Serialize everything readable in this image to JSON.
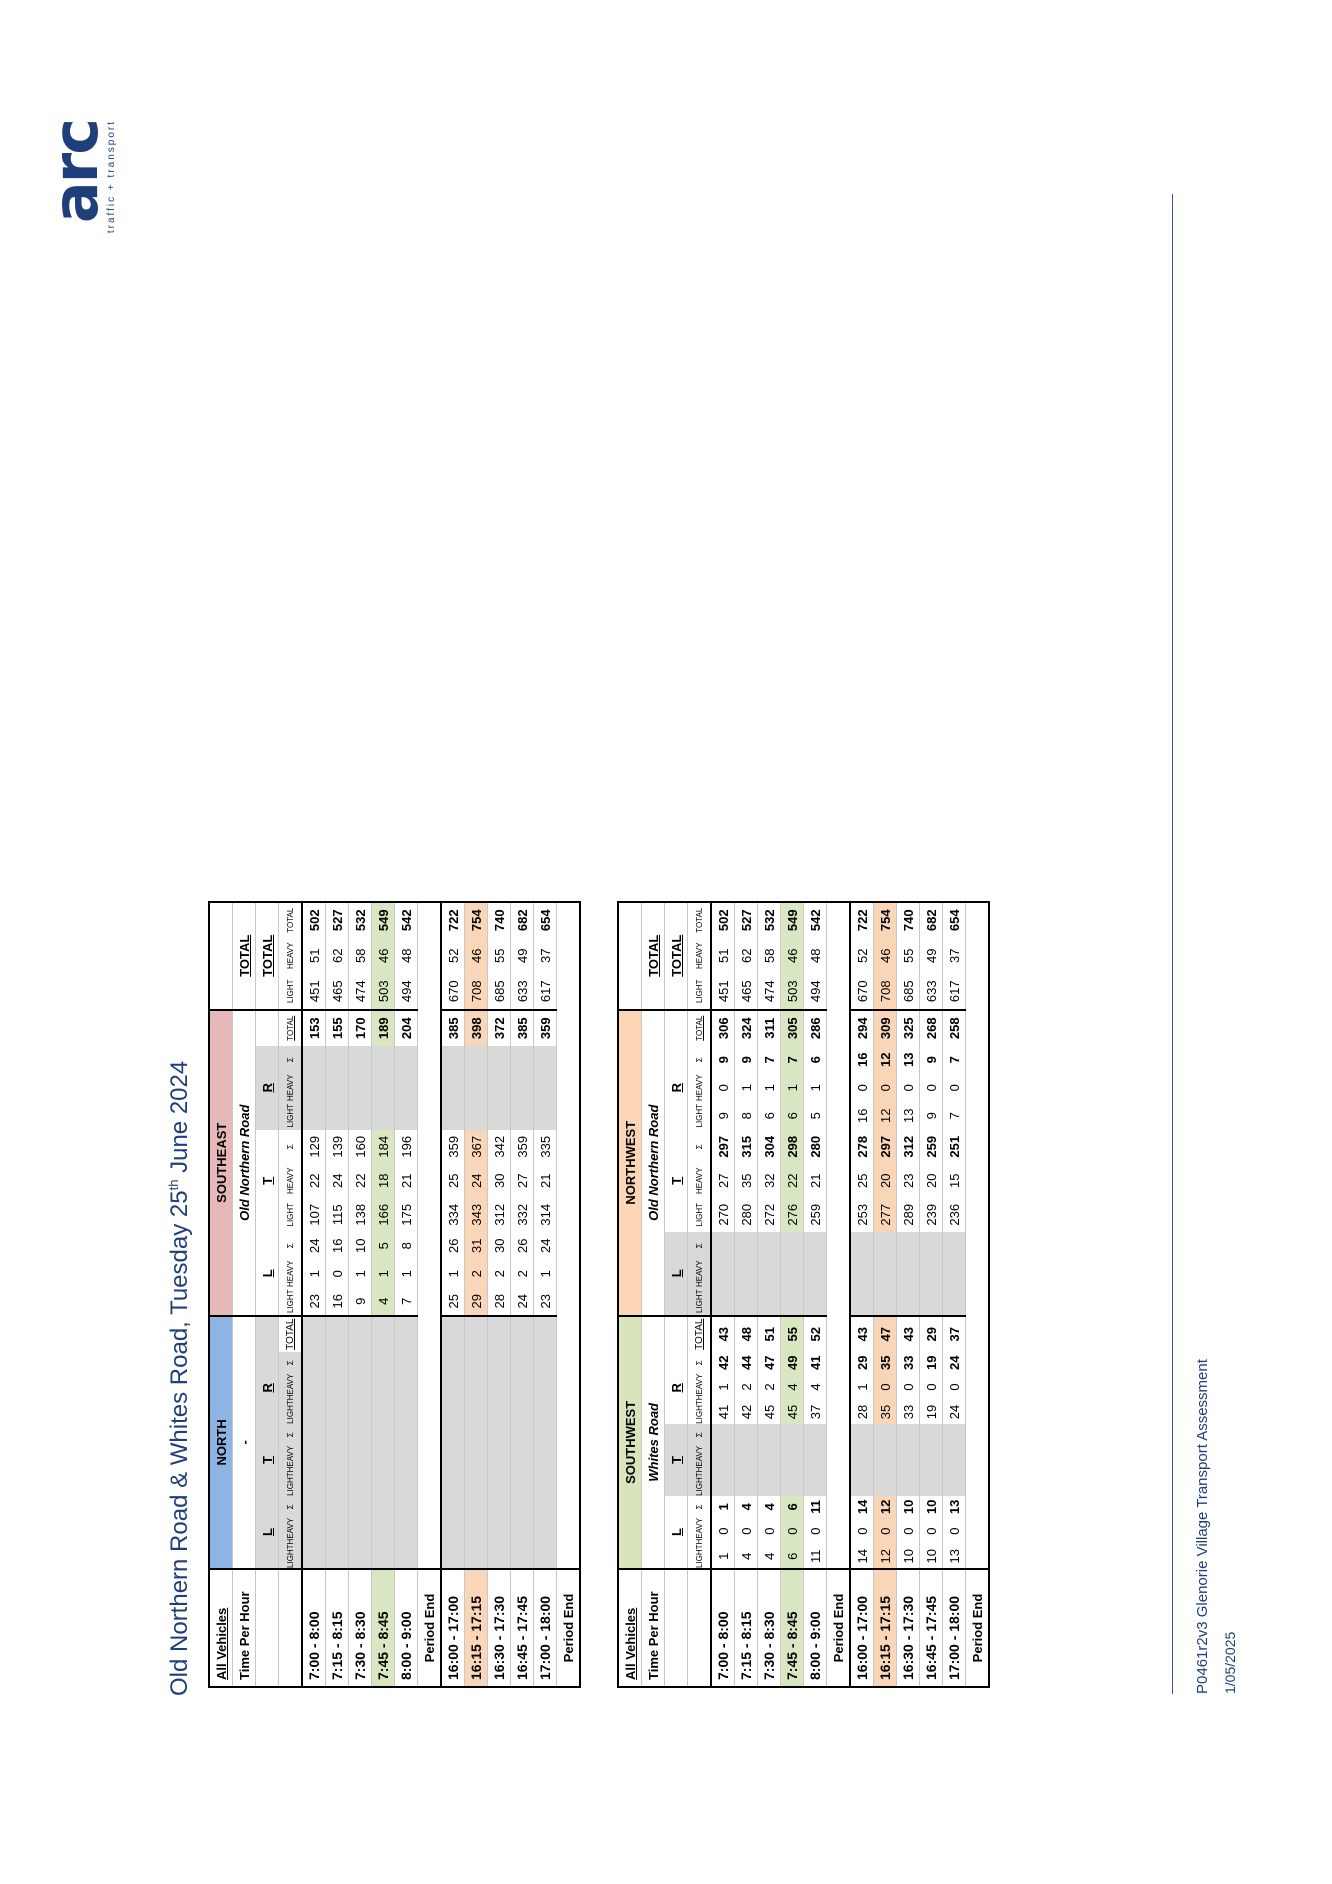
{
  "title": {
    "main": "Old Northern Road & Whites Road, Tuesday 25",
    "sup": "th",
    "tail": " June 2024"
  },
  "footer": {
    "doc": "P0461r2v3 Glenorie Village Transport Assessment",
    "date": "1/05/2025"
  },
  "logo": {
    "mark": "arc",
    "tagline": "traffic + transport"
  },
  "colors": {
    "north": "#8db4e2",
    "southeast": "#e6b8b7",
    "southwest": "#d8e4bc",
    "northwest": "#fcd5b4",
    "grey": "#d9d9d9"
  },
  "labels": {
    "all_vehicles": "All Vehicles",
    "time_per_hour": "Time Per Hour",
    "period_end": "Period End",
    "L": "L",
    "T": "T",
    "R": "R",
    "light": "LIGHT",
    "heavy": "HEAVY",
    "sigma": "Σ",
    "total": "TOTAL"
  },
  "table1": {
    "left": {
      "direction": "NORTH",
      "road": "-"
    },
    "right": {
      "direction": "SOUTHEAST",
      "road": "Old Northern Road"
    },
    "am": [
      {
        "t": "7:00 - 8:00",
        "r": [
          "23",
          "1",
          "24",
          "107",
          "22",
          "129",
          "153",
          "451",
          "51",
          "502"
        ]
      },
      {
        "t": "7:15 - 8:15",
        "r": [
          "16",
          "0",
          "16",
          "115",
          "24",
          "139",
          "155",
          "465",
          "62",
          "527"
        ]
      },
      {
        "t": "7:30 - 8:30",
        "r": [
          "9",
          "1",
          "10",
          "138",
          "22",
          "160",
          "170",
          "474",
          "58",
          "532"
        ]
      },
      {
        "t": "7:45 - 8:45",
        "r": [
          "4",
          "1",
          "5",
          "166",
          "18",
          "184",
          "189",
          "503",
          "46",
          "549"
        ]
      },
      {
        "t": "8:00 - 9:00",
        "r": [
          "7",
          "1",
          "8",
          "175",
          "21",
          "196",
          "204",
          "494",
          "48",
          "542"
        ]
      }
    ],
    "pm": [
      {
        "t": "16:00 - 17:00",
        "r": [
          "25",
          "1",
          "26",
          "334",
          "25",
          "359",
          "385",
          "670",
          "52",
          "722"
        ]
      },
      {
        "t": "16:15 - 17:15",
        "r": [
          "29",
          "2",
          "31",
          "343",
          "24",
          "367",
          "398",
          "708",
          "46",
          "754"
        ]
      },
      {
        "t": "16:30 - 17:30",
        "r": [
          "28",
          "2",
          "30",
          "312",
          "30",
          "342",
          "372",
          "685",
          "55",
          "740"
        ]
      },
      {
        "t": "16:45 - 17:45",
        "r": [
          "24",
          "2",
          "26",
          "332",
          "27",
          "359",
          "385",
          "633",
          "49",
          "682"
        ]
      },
      {
        "t": "17:00 - 18:00",
        "r": [
          "23",
          "1",
          "24",
          "314",
          "21",
          "335",
          "359",
          "617",
          "37",
          "654"
        ]
      }
    ]
  },
  "table2": {
    "left": {
      "direction": "SOUTHWEST",
      "road": "Whites Road"
    },
    "right": {
      "direction": "NORTHWEST",
      "road": "Old Northern Road"
    },
    "am": [
      {
        "t": "7:00 - 8:00",
        "l": [
          "1",
          "0",
          "1",
          "41",
          "1",
          "42",
          "43"
        ],
        "r": [
          "270",
          "27",
          "297",
          "9",
          "0",
          "9",
          "306",
          "451",
          "51",
          "502"
        ]
      },
      {
        "t": "7:15 - 8:15",
        "l": [
          "4",
          "0",
          "4",
          "42",
          "2",
          "44",
          "48"
        ],
        "r": [
          "280",
          "35",
          "315",
          "8",
          "1",
          "9",
          "324",
          "465",
          "62",
          "527"
        ]
      },
      {
        "t": "7:30 - 8:30",
        "l": [
          "4",
          "0",
          "4",
          "45",
          "2",
          "47",
          "51"
        ],
        "r": [
          "272",
          "32",
          "304",
          "6",
          "1",
          "7",
          "311",
          "474",
          "58",
          "532"
        ]
      },
      {
        "t": "7:45 - 8:45",
        "l": [
          "6",
          "0",
          "6",
          "45",
          "4",
          "49",
          "55"
        ],
        "r": [
          "276",
          "22",
          "298",
          "6",
          "1",
          "7",
          "305",
          "503",
          "46",
          "549"
        ]
      },
      {
        "t": "8:00 - 9:00",
        "l": [
          "11",
          "0",
          "11",
          "37",
          "4",
          "41",
          "52"
        ],
        "r": [
          "259",
          "21",
          "280",
          "5",
          "1",
          "6",
          "286",
          "494",
          "48",
          "542"
        ]
      }
    ],
    "pm": [
      {
        "t": "16:00 - 17:00",
        "l": [
          "14",
          "0",
          "14",
          "28",
          "1",
          "29",
          "43"
        ],
        "r": [
          "253",
          "25",
          "278",
          "16",
          "0",
          "16",
          "294",
          "670",
          "52",
          "722"
        ]
      },
      {
        "t": "16:15 - 17:15",
        "l": [
          "12",
          "0",
          "12",
          "35",
          "0",
          "35",
          "47"
        ],
        "r": [
          "277",
          "20",
          "297",
          "12",
          "0",
          "12",
          "309",
          "708",
          "46",
          "754"
        ]
      },
      {
        "t": "16:30 - 17:30",
        "l": [
          "10",
          "0",
          "10",
          "33",
          "0",
          "33",
          "43"
        ],
        "r": [
          "289",
          "23",
          "312",
          "13",
          "0",
          "13",
          "325",
          "685",
          "55",
          "740"
        ]
      },
      {
        "t": "16:45 - 17:45",
        "l": [
          "10",
          "0",
          "10",
          "19",
          "0",
          "19",
          "29"
        ],
        "r": [
          "239",
          "20",
          "259",
          "9",
          "0",
          "9",
          "268",
          "633",
          "49",
          "682"
        ]
      },
      {
        "t": "17:00 - 18:00",
        "l": [
          "13",
          "0",
          "13",
          "24",
          "0",
          "24",
          "37"
        ],
        "r": [
          "236",
          "15",
          "251",
          "7",
          "0",
          "7",
          "258",
          "617",
          "37",
          "654"
        ]
      }
    ]
  }
}
